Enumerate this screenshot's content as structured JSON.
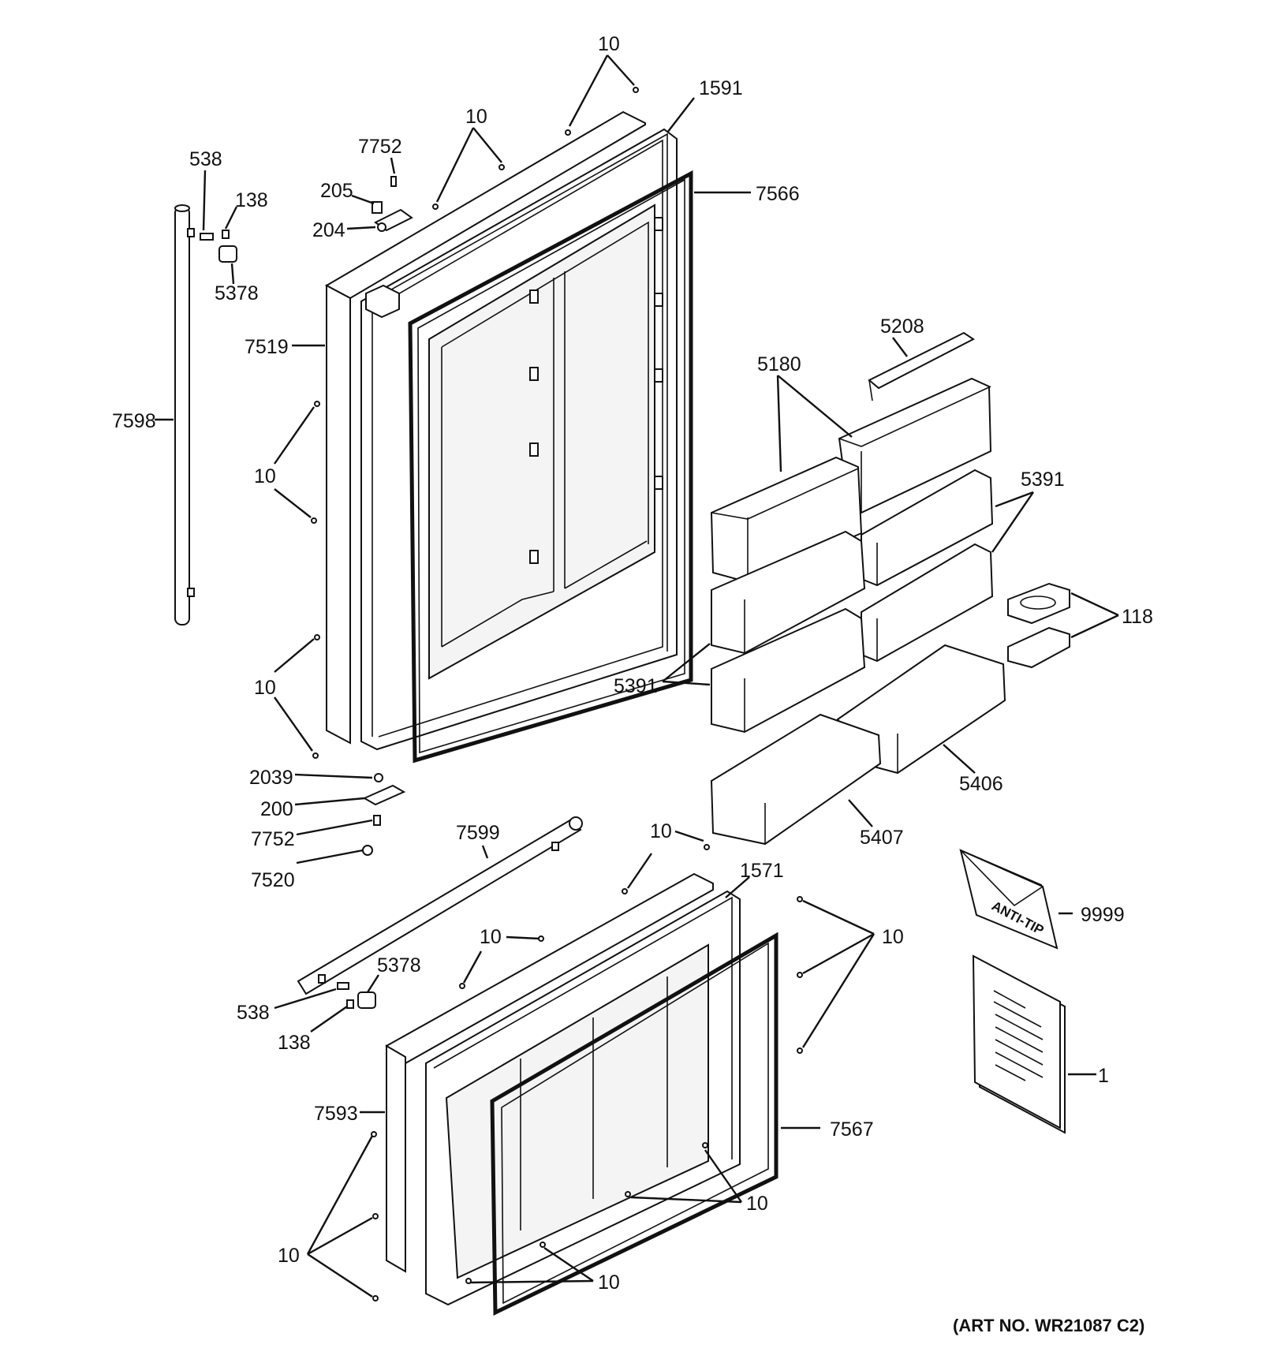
{
  "diagram": {
    "art_number": "(ART NO. WR21087 C2)",
    "anti_tip_label": "ANTI-TIP",
    "callouts": [
      {
        "id": "c-10-top",
        "text": "10"
      },
      {
        "id": "c-1591",
        "text": "1591"
      },
      {
        "id": "c-10-top2",
        "text": "10"
      },
      {
        "id": "c-7752-top",
        "text": "7752"
      },
      {
        "id": "c-538-top",
        "text": "538"
      },
      {
        "id": "c-138-top",
        "text": "138"
      },
      {
        "id": "c-205",
        "text": "205"
      },
      {
        "id": "c-7566",
        "text": "7566"
      },
      {
        "id": "c-204",
        "text": "204"
      },
      {
        "id": "c-5378-top",
        "text": "5378"
      },
      {
        "id": "c-7519",
        "text": "7519"
      },
      {
        "id": "c-5208",
        "text": "5208"
      },
      {
        "id": "c-5180",
        "text": "5180"
      },
      {
        "id": "c-7598",
        "text": "7598"
      },
      {
        "id": "c-10-left1",
        "text": "10"
      },
      {
        "id": "c-5391-right",
        "text": "5391"
      },
      {
        "id": "c-118",
        "text": "118"
      },
      {
        "id": "c-5391-left",
        "text": "5391"
      },
      {
        "id": "c-10-left2",
        "text": "10"
      },
      {
        "id": "c-2039",
        "text": "2039"
      },
      {
        "id": "c-5406",
        "text": "5406"
      },
      {
        "id": "c-200",
        "text": "200"
      },
      {
        "id": "c-7752-bot",
        "text": "7752"
      },
      {
        "id": "c-5407",
        "text": "5407"
      },
      {
        "id": "c-7599",
        "text": "7599"
      },
      {
        "id": "c-10-mid",
        "text": "10"
      },
      {
        "id": "c-7520",
        "text": "7520"
      },
      {
        "id": "c-1571",
        "text": "1571"
      },
      {
        "id": "c-9999",
        "text": "9999"
      },
      {
        "id": "c-10-right",
        "text": "10"
      },
      {
        "id": "c-10-lower",
        "text": "10"
      },
      {
        "id": "c-5378-bot",
        "text": "5378"
      },
      {
        "id": "c-538-bot",
        "text": "538"
      },
      {
        "id": "c-138-bot",
        "text": "138"
      },
      {
        "id": "c-1",
        "text": "1"
      },
      {
        "id": "c-7593",
        "text": "7593"
      },
      {
        "id": "c-7567",
        "text": "7567"
      },
      {
        "id": "c-10-gasket",
        "text": "10"
      },
      {
        "id": "c-10-botleft",
        "text": "10"
      },
      {
        "id": "c-10-botmid",
        "text": "10"
      }
    ]
  }
}
